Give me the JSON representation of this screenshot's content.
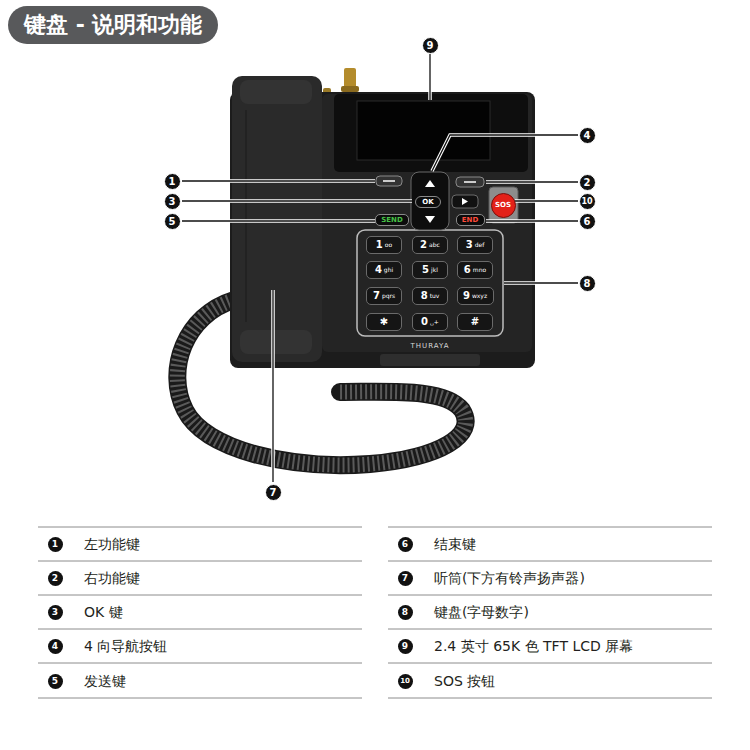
{
  "diagram": {
    "title": "键盘 - 说明和功能",
    "nodes": [
      {
        "text": [
          "OK"
        ]
      },
      {
        "text": [
          "SOS"
        ]
      },
      {
        "text": [
          "SEND"
        ]
      },
      {
        "text": [
          "END"
        ]
      },
      {
        "text": [
          "1",
          "oo"
        ]
      },
      {
        "text": [
          "2",
          "abc"
        ]
      },
      {
        "text": [
          "3",
          "def"
        ]
      },
      {
        "text": [
          "4",
          "ghi"
        ]
      },
      {
        "text": [
          "5",
          "jkl"
        ]
      },
      {
        "text": [
          "6",
          "mno"
        ]
      },
      {
        "text": [
          "7",
          "pqrs"
        ]
      },
      {
        "text": [
          "8",
          "tuv"
        ]
      },
      {
        "text": [
          "9",
          "wxyz"
        ]
      },
      {
        "text": [
          "✱"
        ]
      },
      {
        "text": [
          "0",
          "␣+"
        ]
      },
      {
        "text": [
          "#"
        ]
      }
    ],
    "labels": [
      "9",
      "4",
      "1",
      "2",
      "3",
      "10",
      "5",
      "6",
      "8",
      "7",
      "THURAYA",
      "1",
      "左功能键",
      "6",
      "结束键",
      "2",
      "右功能键",
      "7",
      "听筒(下方有铃声扬声器)",
      "3",
      "OK 键",
      "8",
      "键盘(字母数字)",
      "4",
      "4 向导航按钮",
      "9",
      "2.4 英寸 65K 色 TFT LCD 屏幕",
      "5",
      "发送键",
      "10",
      "SOS 按钮"
    ]
  }
}
